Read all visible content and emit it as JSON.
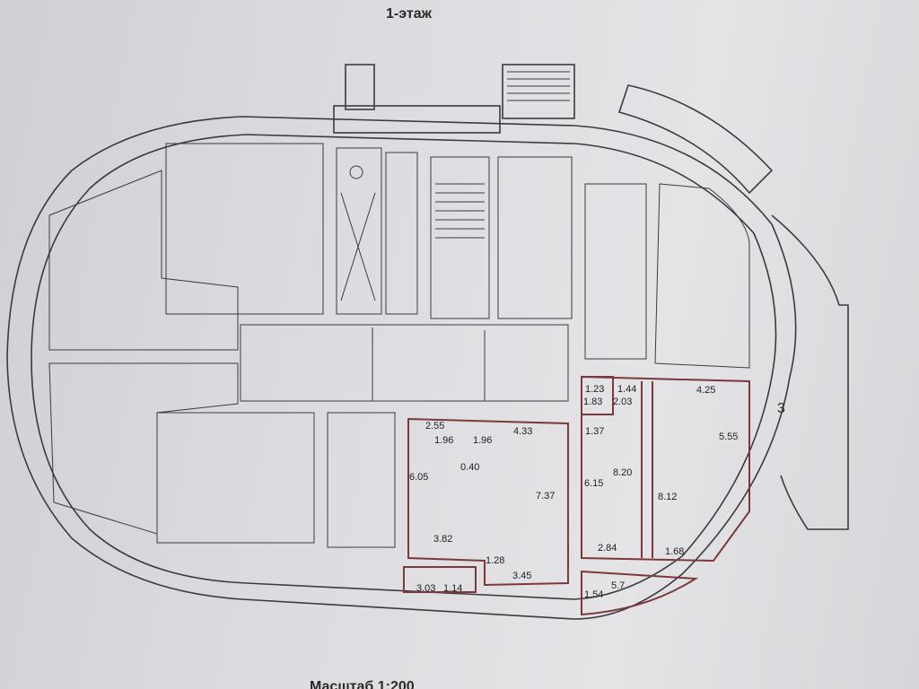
{
  "title": "1-этаж",
  "scale": "Масштаб 1:200",
  "apartment_number": "3",
  "dimensions": {
    "a": [
      "2.55",
      "1.96",
      "1.96",
      "4.33",
      "0.40",
      "6.05",
      "7.37",
      "3.82",
      "1.28",
      "3.45",
      "3.03",
      "1.14"
    ],
    "b": [
      "1.23",
      "1.44",
      "1.83",
      "2.03",
      "1.37",
      "6.15",
      "8.20",
      "2.84",
      "5.7",
      "1.54"
    ],
    "c": [
      "4.25",
      "5.55",
      "8.12",
      "1.68"
    ]
  }
}
